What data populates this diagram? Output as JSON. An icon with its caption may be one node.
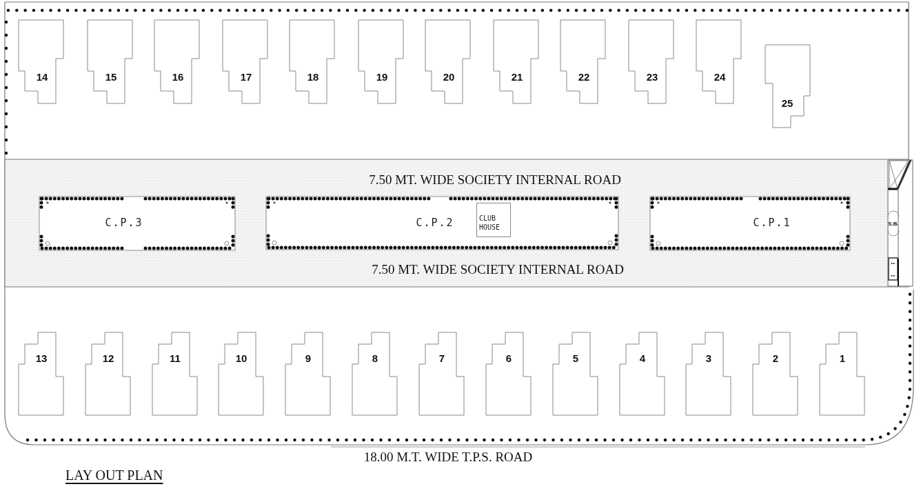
{
  "diagram": {
    "title": "LAY OUT PLAN",
    "nodes": [
      {
        "text": [
          "14"
        ]
      },
      {
        "text": [
          "15"
        ]
      },
      {
        "text": [
          "16"
        ]
      },
      {
        "text": [
          "17"
        ]
      },
      {
        "text": [
          "18"
        ]
      },
      {
        "text": [
          "19"
        ]
      },
      {
        "text": [
          "20"
        ]
      },
      {
        "text": [
          "21"
        ]
      },
      {
        "text": [
          "22"
        ]
      },
      {
        "text": [
          "23"
        ]
      },
      {
        "text": [
          "24"
        ]
      },
      {
        "text": [
          "25"
        ]
      },
      {
        "text": [
          "C.P.3"
        ]
      },
      {
        "text": [
          "C.P.2"
        ]
      },
      {
        "text": [
          "CLUB HOUSE"
        ],
        "in": 13
      },
      {
        "text": [
          "C.P.1"
        ]
      },
      {
        "text": [
          "S.B."
        ]
      },
      {
        "text": [
          "13"
        ]
      },
      {
        "text": [
          "12"
        ]
      },
      {
        "text": [
          "11"
        ]
      },
      {
        "text": [
          "10"
        ]
      },
      {
        "text": [
          "9"
        ]
      },
      {
        "text": [
          "8"
        ]
      },
      {
        "text": [
          "7"
        ]
      },
      {
        "text": [
          "6"
        ]
      },
      {
        "text": [
          "5"
        ]
      },
      {
        "text": [
          "4"
        ]
      },
      {
        "text": [
          "3"
        ]
      },
      {
        "text": [
          "2"
        ]
      },
      {
        "text": [
          "1"
        ]
      }
    ],
    "labels": [
      "7.50 MT. WIDE SOCIETY INTERNAL ROAD",
      "7.50 MT. WIDE SOCIETY INTERNAL ROAD",
      "18.00 M.T. WIDE T.P.S. ROAD"
    ]
  }
}
